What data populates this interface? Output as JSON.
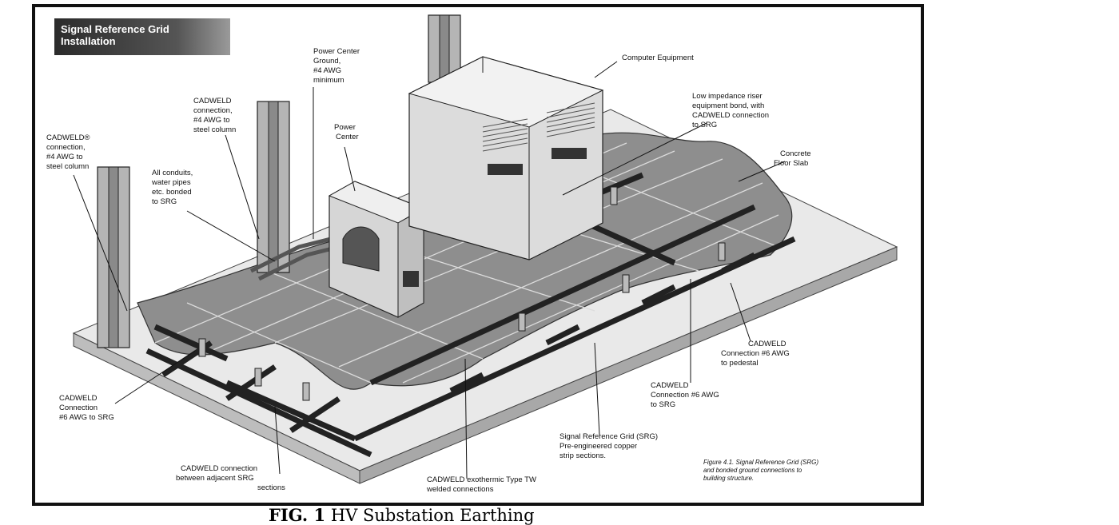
{
  "title": [
    "Signal Reference Grid",
    "Installation"
  ],
  "labels": {
    "cadweld_column_left": [
      "CADWELD®",
      "connection,",
      "#4 AWG to",
      "steel column"
    ],
    "cadweld_column_mid": [
      "CADWELD",
      "connection,",
      "#4 AWG to",
      "steel column"
    ],
    "power_center_ground": [
      "Power Center",
      "Ground,",
      "#4 AWG",
      "minimum"
    ],
    "power_center": [
      "Power",
      "Center"
    ],
    "all_conduits": [
      "All conduits,",
      "water pipes",
      "etc. bonded",
      "to SRG"
    ],
    "computer_equipment": [
      "Computer Equipment"
    ],
    "low_impedance": [
      "Low impedance riser",
      "equipment bond, with",
      "CADWELD connection",
      "to SRG"
    ],
    "concrete_floor": [
      "Concrete",
      "Floor Slab"
    ],
    "cadweld_pedestal": [
      "CADWELD",
      "Connection #6 AWG",
      "to pedestal"
    ],
    "cadweld_srg_right": [
      "CADWELD",
      "Connection #6 AWG",
      "to SRG"
    ],
    "srg_copper": [
      "Signal Reference Grid (SRG)",
      "Pre-engineered copper",
      "strip sections."
    ],
    "cadweld_srg_left": [
      "CADWELD",
      "Connection",
      "#6 AWG to SRG"
    ],
    "cadweld_adjacent": [
      "CADWELD connection",
      "between adjacent SRG",
      "sections"
    ],
    "cadweld_exothermic": [
      "CADWELD exothermic Type TW",
      "welded connections"
    ],
    "figure_note": [
      "Figure 4.1. Signal Reference Grid (SRG)",
      "and bonded ground connections to",
      "building structure."
    ]
  },
  "caption": {
    "fig": "FIG. 1",
    "text": " HV Substation Earthing"
  }
}
